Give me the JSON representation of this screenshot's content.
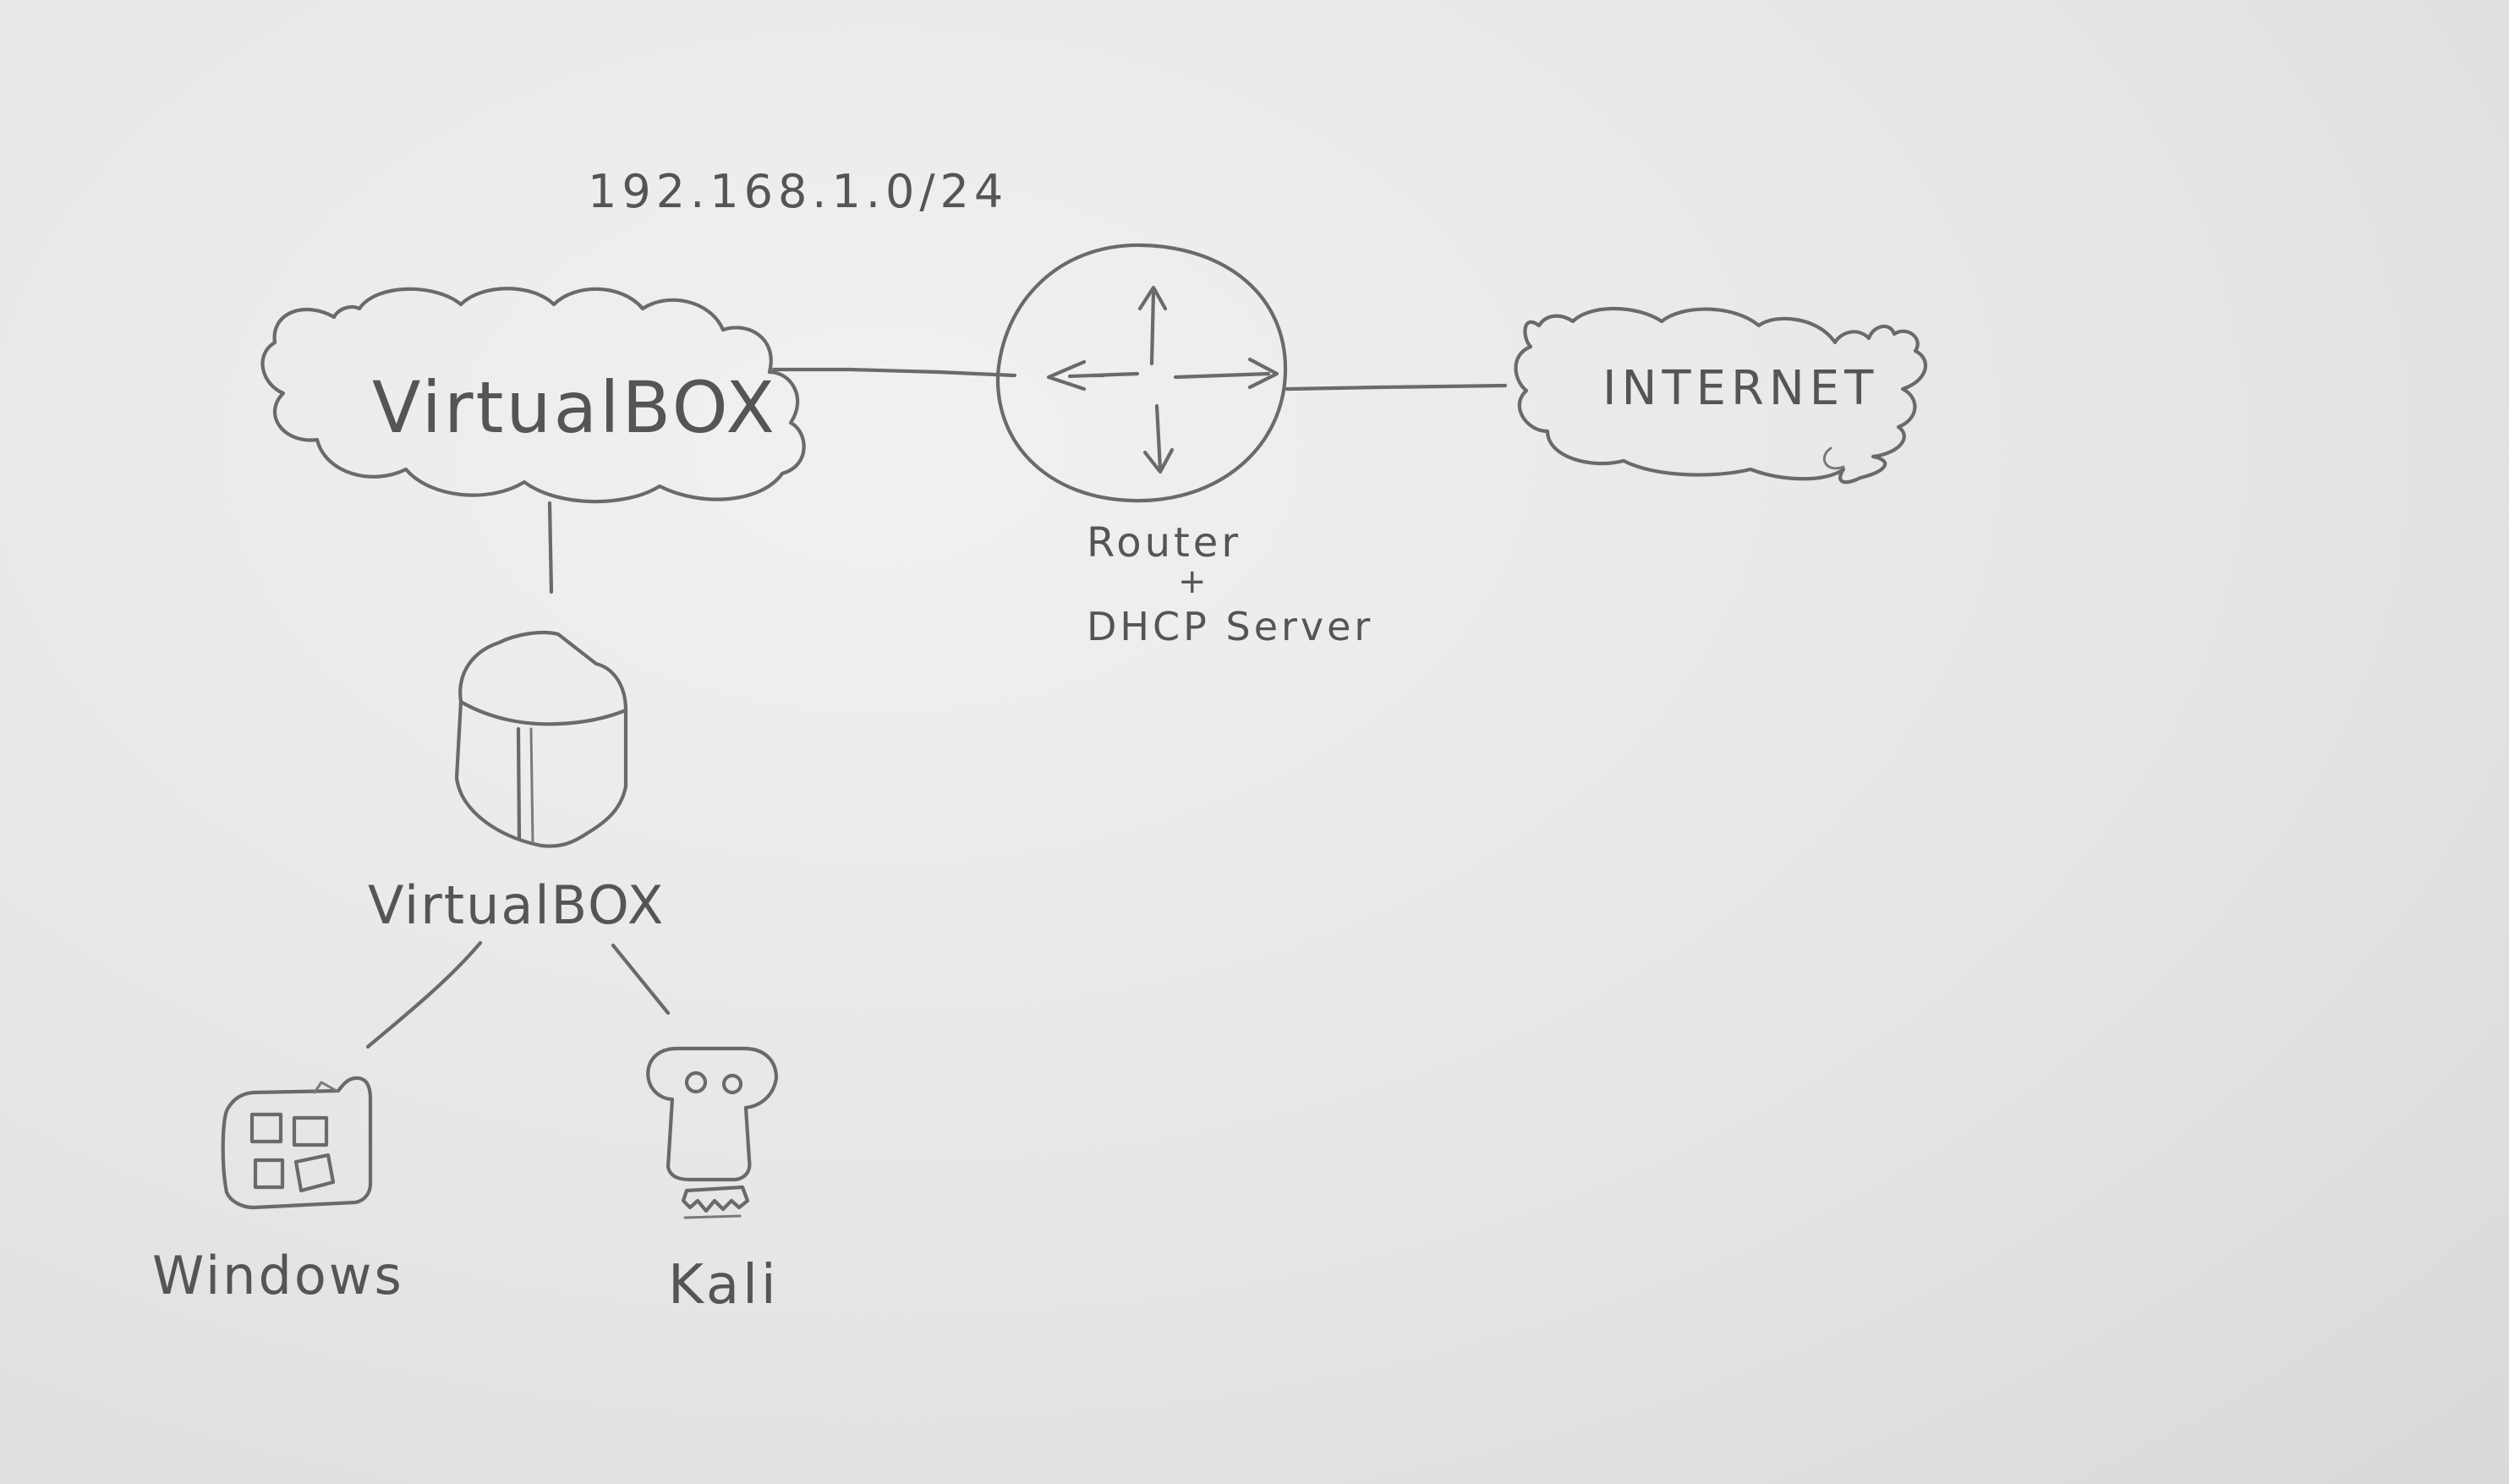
{
  "subnet": "192.168.1.0/24",
  "cloud_virtualbox": "VirtualBOX",
  "internet": "INTERNET",
  "router": {
    "line1": "Router",
    "plus": "+",
    "line2": "DHCP Server"
  },
  "host_virtualbox": "VirtualBOX",
  "vms": {
    "windows": "Windows",
    "kali": "Kali"
  },
  "icons": {
    "cloud_virtualbox": "cloud-icon",
    "router": "router-icon",
    "internet": "cloud-icon",
    "host": "box-icon",
    "windows": "windows-logo-icon",
    "kali": "skull-icon"
  }
}
